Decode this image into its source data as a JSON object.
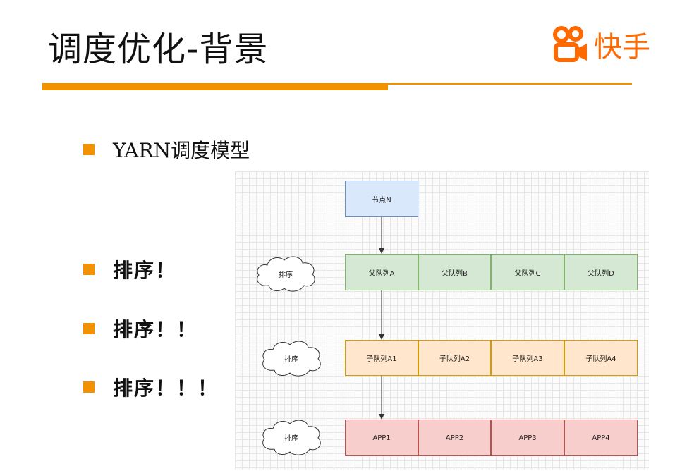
{
  "header": {
    "title": "调度优化-背景",
    "logo_text": "快手",
    "accent_color": "#f39200",
    "logo_color": "#ff6a00"
  },
  "bullets": [
    {
      "text": "YARN调度模型"
    },
    {
      "text": "排序！"
    },
    {
      "text": "排序！！"
    },
    {
      "text": "排序！！！"
    }
  ],
  "diagram": {
    "root": "节点N",
    "clouds": [
      "排序",
      "排序",
      "排序"
    ],
    "parent_queues": [
      "父队列A",
      "父队列B",
      "父队列C",
      "父队列D"
    ],
    "child_queues": [
      "子队列A1",
      "子队列A2",
      "子队列A3",
      "子队列A4"
    ],
    "apps": [
      "APP1",
      "APP2",
      "APP3",
      "APP4"
    ]
  }
}
